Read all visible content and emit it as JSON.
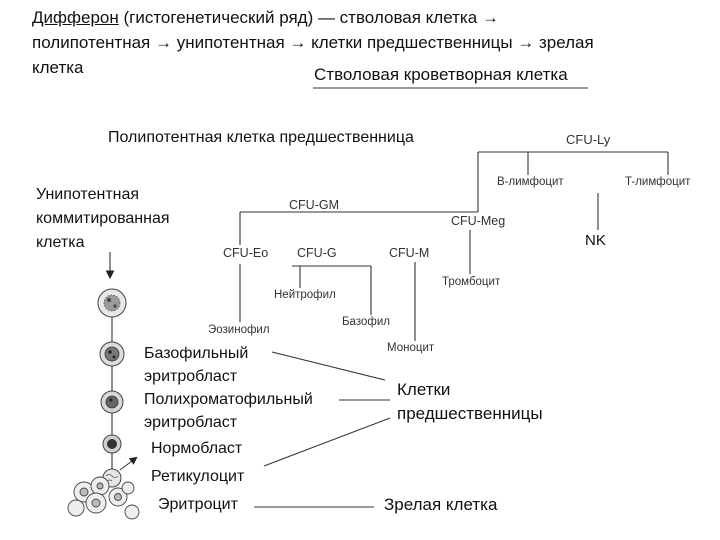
{
  "header": {
    "line1_term": "Дифферон",
    "line1_rest": " (гистогенетический ряд) — стволовая клетка →",
    "line2": "полипотентная → унипотентная → клетки предшественницы → зрелая",
    "line3": "клетка"
  },
  "stem_cell": "Стволовая кроветворная клетка",
  "polypotent": "Полипотентная клетка предшественница",
  "cfu_ly": "CFU-Ly",
  "b_lymph": "B-лимфоцит",
  "t_lymph": "T-лимфоцит",
  "nk": "NK",
  "unipotent": [
    "Унипотентная",
    "коммитированная",
    "клетка"
  ],
  "cfu_gm": "CFU-GM",
  "cfu_meg": "CFU-Meg",
  "cfu_eo": "CFU-Eo",
  "cfu_g": "CFU-G",
  "cfu_m": "CFU-M",
  "thrombocyte": "Тромбоцит",
  "neutrophil": "Нейтрофил",
  "basophil": "Базофил",
  "eosinophil": "Эозинофил",
  "monocyte": "Моноцит",
  "erythro": {
    "basophilic": [
      "Базофильный",
      "эритробласт"
    ],
    "polychromatophilic": [
      "Полихроматофильный",
      "эритробласт"
    ],
    "normoblast": "Нормобласт",
    "reticulocyte": "Ретикулоцит",
    "erythrocyte": "Эритроцит"
  },
  "precursor_cells": [
    "Клетки",
    "предшественницы"
  ],
  "mature_cell": "Зрелая клетка"
}
